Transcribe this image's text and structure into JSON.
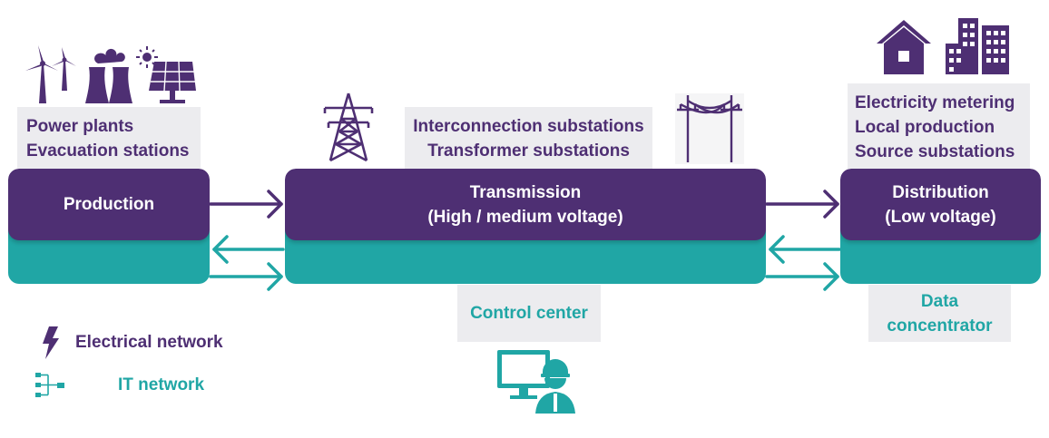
{
  "production": {
    "title": "Production",
    "labels": [
      "Power plants",
      "Evacuation stations"
    ]
  },
  "transmission": {
    "title_line1": "Transmission",
    "title_line2": "(High / medium voltage)",
    "labels": [
      "Interconnection substations",
      "Transformer substations"
    ]
  },
  "distribution": {
    "title_line1": "Distribution",
    "title_line2": "(Low voltage)",
    "labels": [
      "Electricity metering",
      "Local production",
      "Source substations"
    ]
  },
  "control_center": {
    "label": "Control center"
  },
  "data_concentrator": {
    "label_line1": "Data",
    "label_line2": "concentrator"
  },
  "legend": {
    "electrical": "Electrical network",
    "it": "IT network"
  },
  "colors": {
    "purple": "#4e2f73",
    "teal": "#20a6a5",
    "label_bg": "#ececef"
  }
}
